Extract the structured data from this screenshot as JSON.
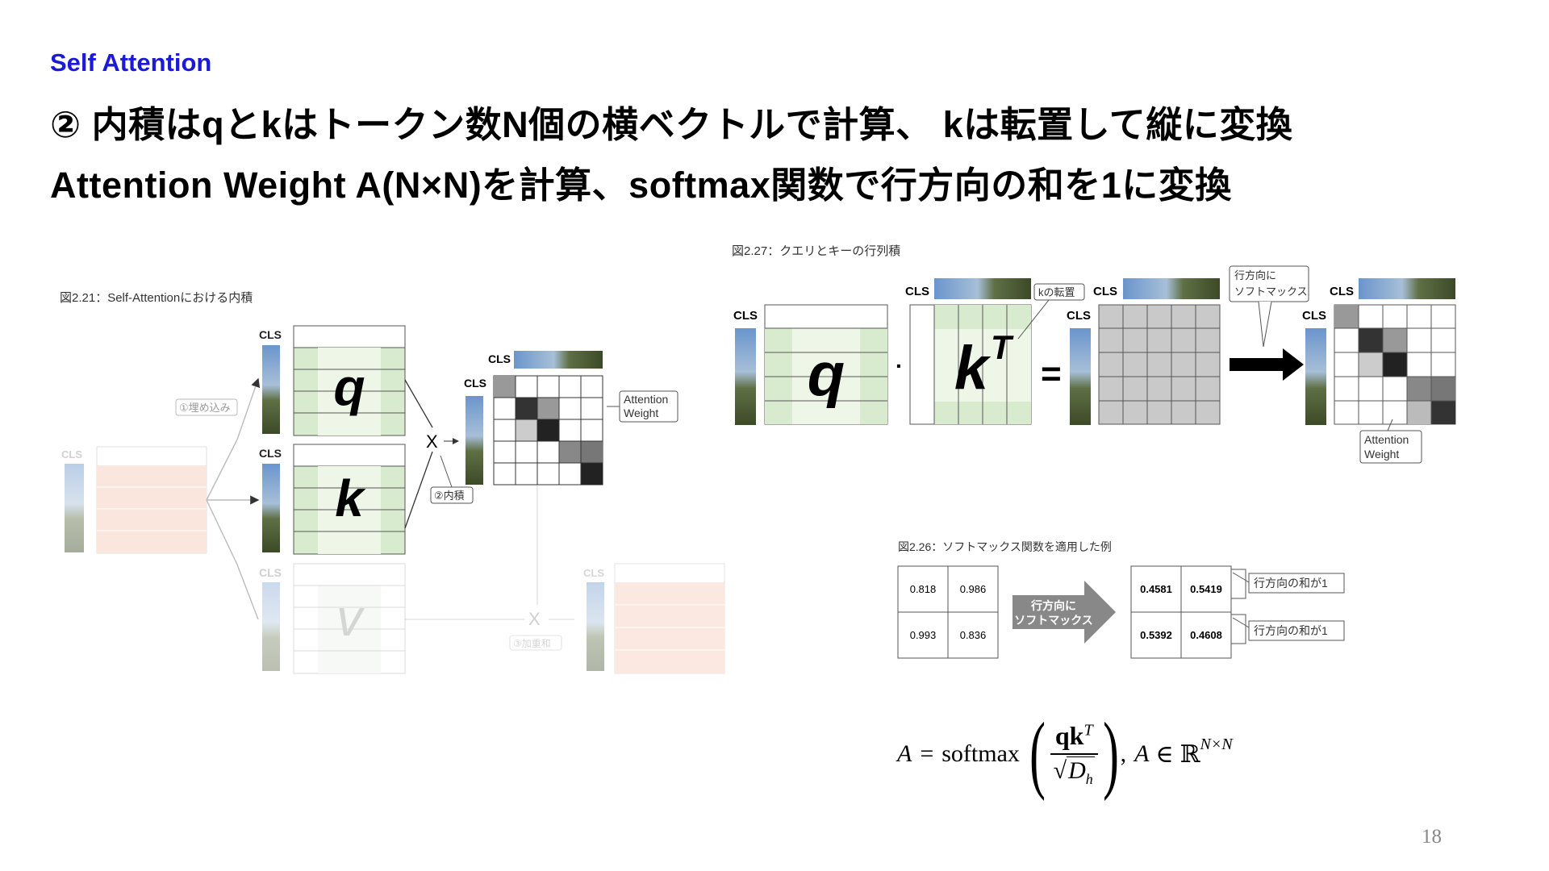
{
  "slide": {
    "section_label": "Self Attention",
    "headline_1": "② 内積はqとkはトークン数N個の横ベクトルで計算、 kは転置して縦に変換",
    "headline_2": "Attention Weight A(N×N)を計算、softmax関数で行方向の和を1に変換",
    "page_number": "18"
  },
  "fig_2_21": {
    "caption": "図2.21：Self-Attentionにおける内積",
    "cls": "CLS",
    "q": "q",
    "k": "k",
    "v": "v",
    "times": "X",
    "step1": "①埋め込み",
    "step2": "②内積",
    "step3": "③加重和",
    "callout": [
      "Attention",
      "Weight"
    ]
  },
  "fig_2_27": {
    "caption": "図2.27：クエリとキーの行列積",
    "cls": "CLS",
    "q": "q",
    "k": "k",
    "k_sup": "T",
    "dot": "·",
    "equals": "=",
    "k_transpose_label": "kの転置",
    "softmax_callout": [
      "行方向に",
      "ソフトマックス"
    ],
    "attention_callout": [
      "Attention",
      "Weight"
    ]
  },
  "fig_2_26": {
    "caption": "図2.26：ソフトマックス関数を適用した例",
    "before": [
      [
        "0.818",
        "0.986"
      ],
      [
        "0.993",
        "0.836"
      ]
    ],
    "arrow_label": [
      "行方向に",
      "ソフトマックス"
    ],
    "after": [
      [
        "0.4581",
        "0.5419"
      ],
      [
        "0.5392",
        "0.4608"
      ]
    ],
    "row_sum_label": "行方向の和が1"
  },
  "formula": {
    "lhs": "A",
    "eq": "=",
    "fn": "softmax",
    "numerator_main": "qk",
    "numerator_sup": "T",
    "sqrt": "√",
    "den_main": "D",
    "den_sub": "h",
    "sep": ",",
    "set_lhs": "A",
    "in": "∈",
    "set": "ℝ",
    "set_sup": "N×N"
  }
}
